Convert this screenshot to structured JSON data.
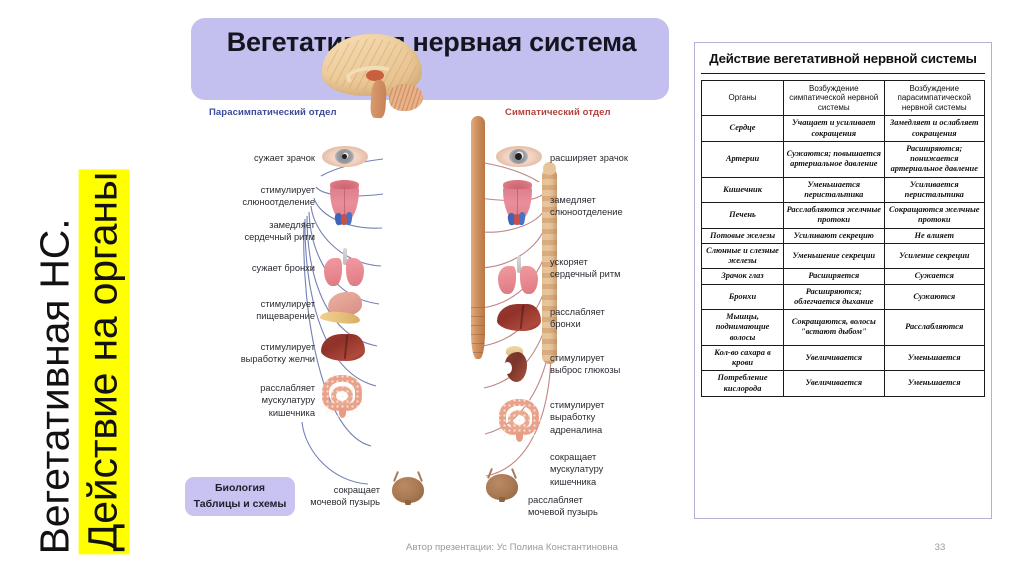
{
  "slide": {
    "vertical_title": {
      "line1": "Вегетативная НС.",
      "line2": "Действие на органы",
      "highlight_color": "#ffff00"
    },
    "footer": {
      "author": "Автор презентации: Ус Полина Константиновна",
      "page_number": "33"
    }
  },
  "diagram": {
    "title": "Вегетативная нервная система",
    "title_bg": "#c3c0f0",
    "section_left": {
      "label": "Парасимпатический отдел",
      "color": "#3b4a99"
    },
    "section_right": {
      "label": "Симпатический отдел",
      "color": "#b3413e"
    },
    "badge": {
      "line1": "Биология",
      "line2": "Таблицы и схемы"
    },
    "parasympathetic_effects": [
      {
        "organ": "eye",
        "text": "сужает зрачок"
      },
      {
        "organ": "tongue",
        "text": "стимулирует\nслюноотделение"
      },
      {
        "organ": "heart",
        "text": "замедляет\nсердечный ритм"
      },
      {
        "organ": "lungs",
        "text": "сужает бронхи"
      },
      {
        "organ": "stomach",
        "text": "стимулирует\nпищеварение"
      },
      {
        "organ": "liver",
        "text": "стимулирует\nвыработку желчи"
      },
      {
        "organ": "intestine",
        "text": "расслабляет\nмускулатуру\nкишечника"
      },
      {
        "organ": "bladder",
        "text": "сокращает\nмочевой пузырь"
      }
    ],
    "sympathetic_effects": [
      {
        "organ": "eye",
        "text": "расширяет зрачок"
      },
      {
        "organ": "tongue",
        "text": "замедляет\nслюноотделение"
      },
      {
        "organ": "heart",
        "text": "ускоряет\nсердечный ритм"
      },
      {
        "organ": "lungs",
        "text": "расслабляет\nбронхи"
      },
      {
        "organ": "liver",
        "text": "стимулирует\nвыброс глюкозы"
      },
      {
        "organ": "kidney",
        "text": "стимулирует\nвыработку\nадреналина"
      },
      {
        "organ": "intestine",
        "text": "сокращает\nмускулатуру\nкишечника"
      },
      {
        "organ": "bladder",
        "text": "расслабляет\nмочевой пузырь"
      }
    ],
    "anatomy": [
      "brain",
      "spinal-cord",
      "sympathetic-chain"
    ]
  },
  "table": {
    "title": "Действие вегетативной нервной системы",
    "headers": [
      "Органы",
      "Возбуждение симпатической нервной системы",
      "Возбуждение парасимпатической нервной системы"
    ],
    "rows": [
      {
        "organ": "Сердце",
        "sympathetic": "Учащает и усиливает сокращения",
        "parasympathetic": "Замедляет и ослабляет сокращения"
      },
      {
        "organ": "Артерии",
        "sympathetic": "Сужаются; повышается артериальное давление",
        "parasympathetic": "Расширяются; понижается артериальное давление"
      },
      {
        "organ": "Кишечник",
        "sympathetic": "Уменьшается перистальтика",
        "parasympathetic": "Усиливается перистальтика"
      },
      {
        "organ": "Печень",
        "sympathetic": "Расслабляются желчные протоки",
        "parasympathetic": "Сокращаются желчные протоки"
      },
      {
        "organ": "Потовые железы",
        "sympathetic": "Усиливают секрецию",
        "parasympathetic": "Не влияет"
      },
      {
        "organ": "Слюнные и слезные железы",
        "sympathetic": "Уменьшение секреции",
        "parasympathetic": "Усиление секреции"
      },
      {
        "organ": "Зрачок глаз",
        "sympathetic": "Расширяется",
        "parasympathetic": "Сужается"
      },
      {
        "organ": "Бронхи",
        "sympathetic": "Расширяются; облегчается дыхание",
        "parasympathetic": "Сужаются"
      },
      {
        "organ": "Мышцы, поднимающие волосы",
        "sympathetic": "Сокращаются, волосы \"встают дыбом\"",
        "parasympathetic": "Расслабляются"
      },
      {
        "organ": "Кол-во сахара в крови",
        "sympathetic": "Увеличивается",
        "parasympathetic": "Уменьшается"
      },
      {
        "organ": "Потребление кислорода",
        "sympathetic": "Увеличивается",
        "parasympathetic": "Уменьшается"
      }
    ]
  }
}
